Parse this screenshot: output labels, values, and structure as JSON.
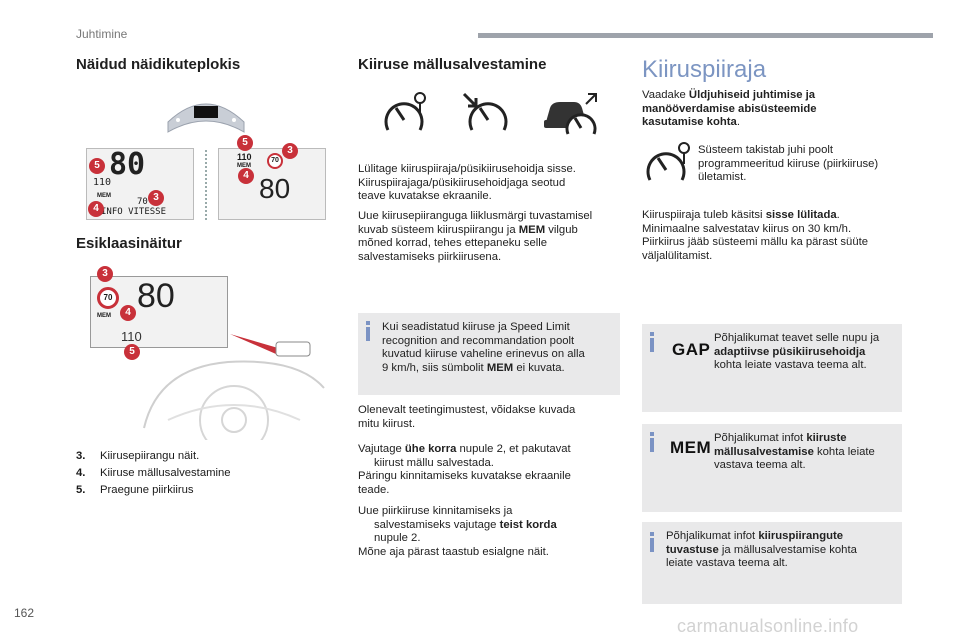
{
  "header": {
    "section": "Juhtimine",
    "page_number": "162"
  },
  "watermark": "carmanualsonline.info",
  "left": {
    "title_display": "Näidud näidikuteplokis",
    "title_indicator": "Esiklaasinäitur",
    "cluster_left": {
      "speed": "80",
      "limit": "110",
      "mem_label": "MEM",
      "memorised": "70",
      "info_text": "INFO VITESSE"
    },
    "cluster_right": {
      "limit": "110",
      "mem_label": "MEM",
      "sign": "70",
      "speed": "80"
    },
    "hud": {
      "sign": "70",
      "speed": "80",
      "mem_label": "MEM",
      "limit": "110"
    },
    "badges": {
      "b3": "3",
      "b4": "4",
      "b5": "5"
    },
    "list": [
      {
        "num": "3.",
        "text": "Kiirusepiirangu näit."
      },
      {
        "num": "4.",
        "text": "Kiiruse mällusalvestamine"
      },
      {
        "num": "5.",
        "text": "Praegune piirkiirus"
      }
    ]
  },
  "middle": {
    "title": "Kiiruse mällusalvestamine",
    "bullet": "",
    "p1": "Lülitage kiiruspiiraja/püsikiirusehoidja sisse.",
    "p1b": "Kiiruspiirajaga/püsikiirusehoidjaga seotud",
    "p1c": "teave kuvatakse ekraanile.",
    "p2a": "Uue kiirusepiiranguga liiklusmärgi tuvastamisel",
    "p2b_pre": "kuvab süsteem kiiruspiirangu ja ",
    "p2b_bold": "MEM",
    "p2b_post": " vilgub",
    "p2c": "mõned korrad, tehes ettepaneku selle",
    "p2d": "salvestamiseks piirkiirusena.",
    "note1": {
      "l1": "Kui seadistatud kiiruse ja Speed Limit",
      "l2": "recognition and recommandation poolt",
      "l3": "kuvatud kiiruse vaheline erinevus on alla",
      "l4_pre": "9 km/h, siis sümbolit ",
      "l4_bold": "MEM",
      "l4_post": " ei kuvata."
    },
    "p3a": "Olenevalt teetingimustest, võidakse kuvada",
    "p3b": "mitu kiirust.",
    "p4a_pre": "Vajutage ",
    "p4a_bold": "ühe korra",
    "p4a_post": " nupule 2, et pakutavat",
    "p4b": "kiirust mällu salvestada.",
    "p4c": "Päringu kinnitamiseks kuvatakse ekraanile",
    "p4d": "teade.",
    "p5a": "Uue piirkiiruse kinnitamiseks ja",
    "p5b_pre": "salvestamiseks vajutage ",
    "p5b_bold": "teist korda",
    "p5c": "nupule 2.",
    "p5d": "Mõne aja pärast taastub esialgne näit."
  },
  "right": {
    "title": "Kiiruspiiraja",
    "intro_pre": "Vaadake ",
    "intro_b1": "Üldjuhiseid juhtimise ja",
    "intro_b2": "manööverdamise abisüsteemide",
    "intro_b3": "kasutamise kohta",
    "intro_post": ".",
    "sys1": "Süsteem takistab juhi poolt",
    "sys2": "programmeeritud kiiruse (piirkiiruse)",
    "sys3": "ületamist.",
    "p1_pre": "Kiiruspiiraja tuleb käsitsi ",
    "p1_bold": "sisse lülitada",
    "p1_post": ".",
    "p2": "Minimaalne salvestatav kiirus on 30 km/h.",
    "p3": "Piirkiirus jääb süsteemi mällu ka pärast süüte",
    "p4": "väljalülitamist.",
    "gap_note": {
      "tag": "GAP",
      "l1": "Põhjalikumat teavet selle nupu ja",
      "l2": "adaptiivse püsikiirusehoidja",
      "l3": "kohta leiate vastava teema alt."
    },
    "mem_note": {
      "tag": "MEM",
      "l1_pre": "Põhjalikumat infot ",
      "l1_bold": "kiiruste",
      "l2_bold": "mällusalvestamise",
      "l2_post": " kohta leiate",
      "l3": "vastava teema alt."
    },
    "last_note": {
      "l1_pre": "Põhjalikumat infot ",
      "l1_bold": "kiiruspiirangute",
      "l2_bold": "tuvastuse",
      "l2_post": " ja mällusalvestamise kohta",
      "l3": "leiate vastava teema alt."
    }
  },
  "colors": {
    "accent_blue": "#7b93c4",
    "badge_red": "#c8313a",
    "note_bg": "#e9e9ea"
  }
}
